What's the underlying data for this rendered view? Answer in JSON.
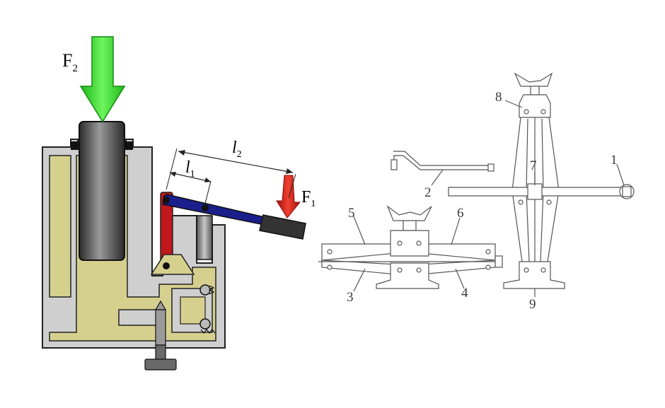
{
  "hydraulic_jack": {
    "force_large": {
      "letter": "F",
      "subscript": "2"
    },
    "force_small": {
      "letter": "F",
      "subscript": "1"
    },
    "length_short": {
      "letter": "l",
      "subscript": "1"
    },
    "length_long": {
      "letter": "l",
      "subscript": "2"
    },
    "colors": {
      "body_fill": "#d6d08e",
      "casing": "#cfcfcf",
      "outline": "#222222",
      "ram_arrow": "#33dd22",
      "handle_arrow": "#dd2211",
      "handle": "#1a1f8c",
      "link": "#c0181b",
      "grip": "#333333"
    }
  },
  "mechanical_jacks": {
    "part_labels": [
      "1",
      "2",
      "3",
      "4",
      "5",
      "6",
      "7",
      "8",
      "9"
    ]
  }
}
